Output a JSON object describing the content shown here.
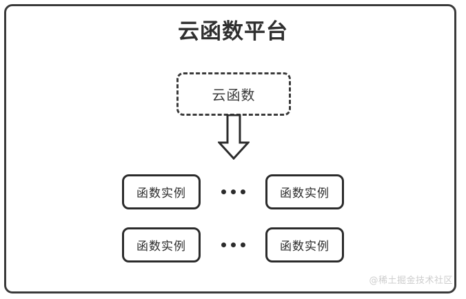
{
  "diagram": {
    "title": "云函数平台",
    "cloud_function": {
      "label": "云函数",
      "border_style": "dashed"
    },
    "arrow": {
      "icon": "down-arrow-icon",
      "direction": "down"
    },
    "ellipsis_symbol": "•••",
    "rows": [
      {
        "left_instance": "函数实例",
        "right_instance": "函数实例",
        "ellipsis": "•••"
      },
      {
        "left_instance": "函数实例",
        "right_instance": "函数实例",
        "ellipsis": "•••"
      }
    ],
    "watermark": "@稀土掘金技术社区",
    "colors": {
      "frame": "#3a3a3a",
      "box_border": "#2b2b2b",
      "title_text": "#2f2f2f",
      "watermark_text": "#cdcdcd",
      "background": "#ffffff"
    }
  }
}
